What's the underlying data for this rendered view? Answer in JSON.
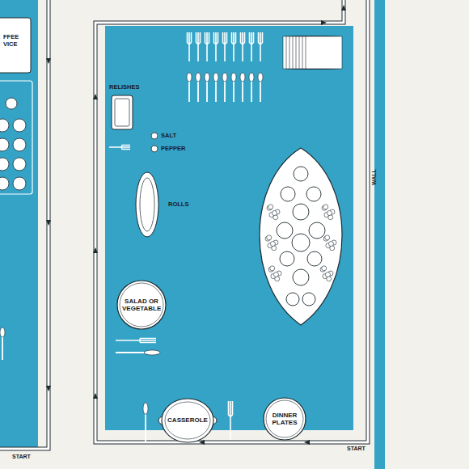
{
  "diagram": {
    "nodes": [
      {
        "text": [
          "SALAD OR VEGETABLE"
        ]
      },
      {
        "text": [
          "CASSEROLE"
        ]
      },
      {
        "text": [
          "DINNER PLATES"
        ]
      }
    ],
    "labels": [
      "FFEE VICE",
      "RELISHES",
      "SALT",
      "PEPPER",
      "ROLLS",
      "WALL",
      "START",
      "START"
    ]
  }
}
